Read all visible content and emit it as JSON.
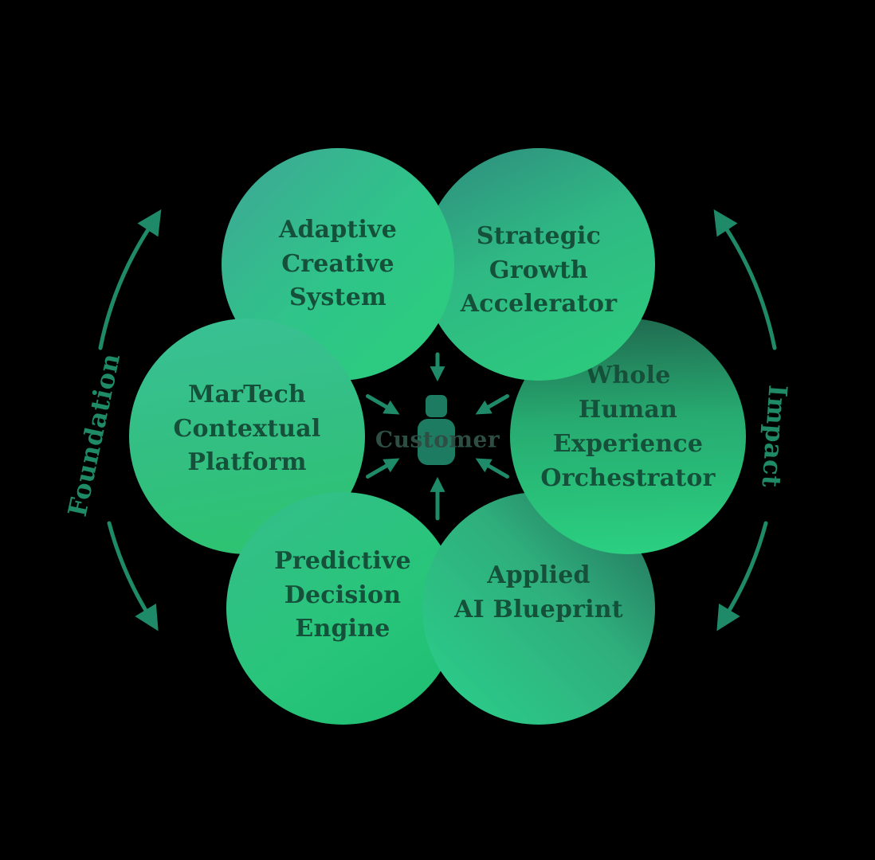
{
  "circles": [
    {
      "name": "adaptive-creative-system",
      "label": "Adaptive\nCreative\nSystem"
    },
    {
      "name": "strategic-growth-accelerator",
      "label": "Strategic\nGrowth\nAccelerator"
    },
    {
      "name": "whole-human-experience-orchestrator",
      "label": "Whole\nHuman\nExperience\nOrchestrator"
    },
    {
      "name": "applied-ai-blueprint",
      "label": "Applied\nAI Blueprint"
    },
    {
      "name": "predictive-decision-engine",
      "label": "Predictive\nDecision\nEngine"
    },
    {
      "name": "martech-contextual-platform",
      "label": "MarTech\nContextual\nPlatform"
    }
  ],
  "center": {
    "label": "Customer"
  },
  "side_labels": {
    "left": "Foundation",
    "right": "Impact"
  },
  "colors": {
    "background": "#000000",
    "circle_label_text": "#15503a",
    "side_label_text": "#1e8a66",
    "arrow": "#1f8a68",
    "customer_text": "#2e4e44",
    "person_icon": "#1d7b61",
    "circle_gradients": {
      "adaptive-creative-system": [
        "#3fa596",
        "#2bcf7c"
      ],
      "strategic-growth-accelerator": [
        "#2f8b7e",
        "#2bce7b"
      ],
      "whole-human-experience-orchestrator": [
        "#20684f",
        "#2bd181"
      ],
      "applied-ai-blueprint": [
        "#226a57",
        "#2bd18c"
      ],
      "predictive-decision-engine": [
        "#36bd8c",
        "#1dbd70"
      ],
      "martech-contextual-platform": [
        "#3ac096",
        "#2cc46e"
      ]
    }
  }
}
